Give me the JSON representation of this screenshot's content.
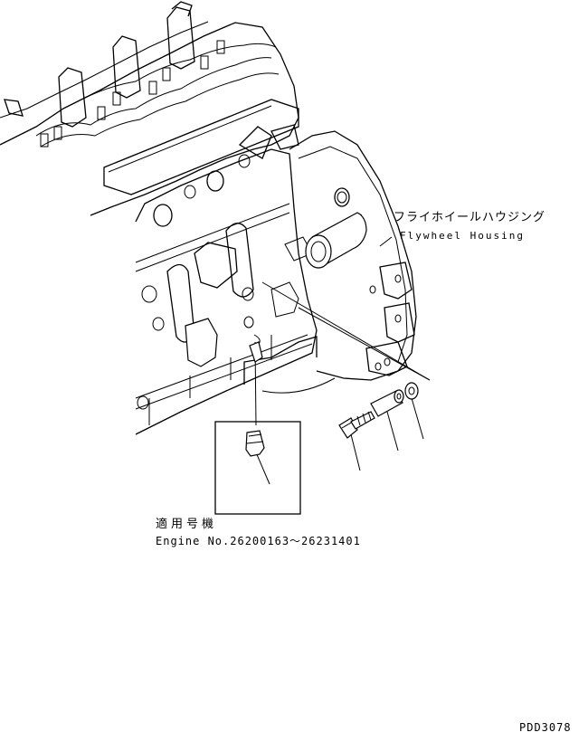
{
  "labels": {
    "flywheel_housing_jp": "フライホイールハウジング",
    "flywheel_housing_en": "Flywheel Housing",
    "serial_applicability_jp": "適用号機",
    "serial_applicability_en": "Engine No.26200163～26231401",
    "drawing_number": "PDD3078"
  }
}
